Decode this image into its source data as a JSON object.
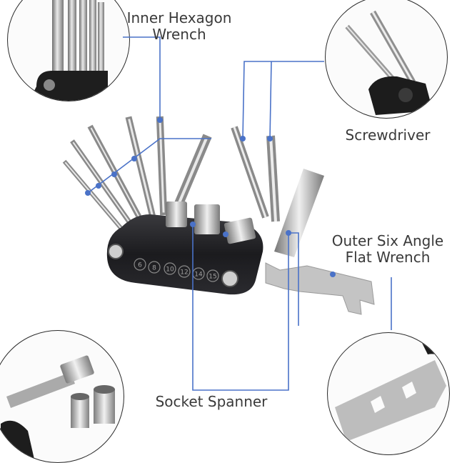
{
  "labels": {
    "inner_hex": [
      "Inner Hexagon",
      "Wrench"
    ],
    "screwdriver": "Screwdriver",
    "outer_six": [
      "Outer Six Angle",
      "Flat Wrench"
    ],
    "socket": "Socket Spanner"
  },
  "engraved_numbers": [
    "6",
    "8",
    "10",
    "12",
    "14",
    "15"
  ],
  "colors": {
    "callout_line": "#4a72c8",
    "body_black": "#1c1c1e",
    "steel_light": "#dcdcdc",
    "steel_mid": "#a8a8a8",
    "steel_dark": "#6f6f6f"
  }
}
